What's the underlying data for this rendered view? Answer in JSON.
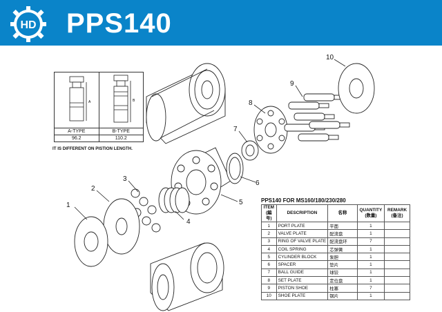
{
  "header": {
    "logo_letters": "HD",
    "title": "PPS140"
  },
  "type_table": {
    "a_label": "A-TYPE",
    "b_label": "B-TYPE",
    "a_value": "96.2",
    "b_value": "110.2",
    "dim_a": "A",
    "dim_b": "B",
    "note": "IT IS DIFFERENT ON PISTION LENGTH."
  },
  "callouts": [
    "1",
    "2",
    "3",
    "4",
    "5",
    "6",
    "7",
    "8",
    "9",
    "10"
  ],
  "parts": {
    "title": "PPS140 FOR MS160/180/230/280",
    "columns": [
      "ITEM\n(編号)",
      "DESCRIPTION",
      "名称",
      "QUANTITY\n(数量)",
      "REMARK\n(备注)"
    ],
    "rows": [
      {
        "item": "1",
        "desc": "PORT PLATE",
        "name": "平面",
        "qty": "1",
        "remark": ""
      },
      {
        "item": "2",
        "desc": "VALVE PLATE",
        "name": "配流盘",
        "qty": "1",
        "remark": ""
      },
      {
        "item": "3",
        "desc": "RING OF VALVE PLATE",
        "name": "配流盘环",
        "qty": "7",
        "remark": ""
      },
      {
        "item": "4",
        "desc": "COIL SPRING",
        "name": "芯弹簧",
        "qty": "1",
        "remark": ""
      },
      {
        "item": "5",
        "desc": "CYLINDER BLOCK",
        "name": "泵胆",
        "qty": "1",
        "remark": ""
      },
      {
        "item": "6",
        "desc": "SPACER",
        "name": "垫片",
        "qty": "1",
        "remark": ""
      },
      {
        "item": "7",
        "desc": "BALL GUIDE",
        "name": "球铰",
        "qty": "1",
        "remark": ""
      },
      {
        "item": "8",
        "desc": "SET PLATE",
        "name": "定位盘",
        "qty": "1",
        "remark": ""
      },
      {
        "item": "9",
        "desc": "PISTON SHOE",
        "name": "柱塞",
        "qty": "7",
        "remark": ""
      },
      {
        "item": "10",
        "desc": "SHOE PLATE",
        "name": "钢片",
        "qty": "1",
        "remark": ""
      }
    ]
  },
  "colors": {
    "header_blue": "#0a84c9",
    "line": "#222222"
  }
}
